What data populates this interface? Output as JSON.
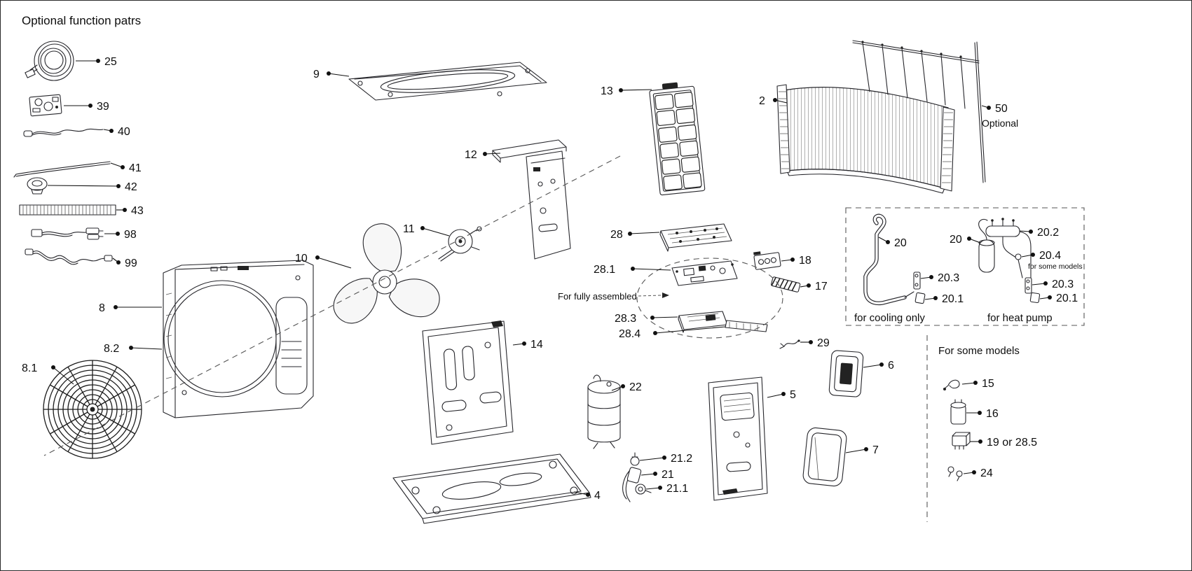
{
  "colors": {
    "ink": "#1a1a1a",
    "background": "#ffffff"
  },
  "texts": {
    "title": "Optional function patrs",
    "optional": "Optional",
    "fully_assembled": "For fully  assembled",
    "cooling_only": "for cooling only",
    "heat_pump": "for heat pump",
    "for_some_models_small": "for some models",
    "for_some_models": "For some models"
  },
  "callouts": {
    "c2": "2",
    "c4": "4",
    "c5": "5",
    "c6": "6",
    "c7": "7",
    "c8": "8",
    "c8_1": "8.1",
    "c8_2": "8.2",
    "c9": "9",
    "c10": "10",
    "c11": "11",
    "c12": "12",
    "c13": "13",
    "c14": "14",
    "c15": "15",
    "c16": "16",
    "c17": "17",
    "c18": "18",
    "c19": "19 or 28.5",
    "c20": "20",
    "c20_1": "20.1",
    "c20_2": "20.2",
    "c20_3": "20.3",
    "c20_4": "20.4",
    "c21": "21",
    "c21_1": "21.1",
    "c21_2": "21.2",
    "c22": "22",
    "c24": "24",
    "c25": "25",
    "c28": "28",
    "c28_1": "28.1",
    "c28_3": "28.3",
    "c28_4": "28.4",
    "c29": "29",
    "c39": "39",
    "c40": "40",
    "c41": "41",
    "c42": "42",
    "c43": "43",
    "c50": "50",
    "c98": "98",
    "c99": "99"
  }
}
